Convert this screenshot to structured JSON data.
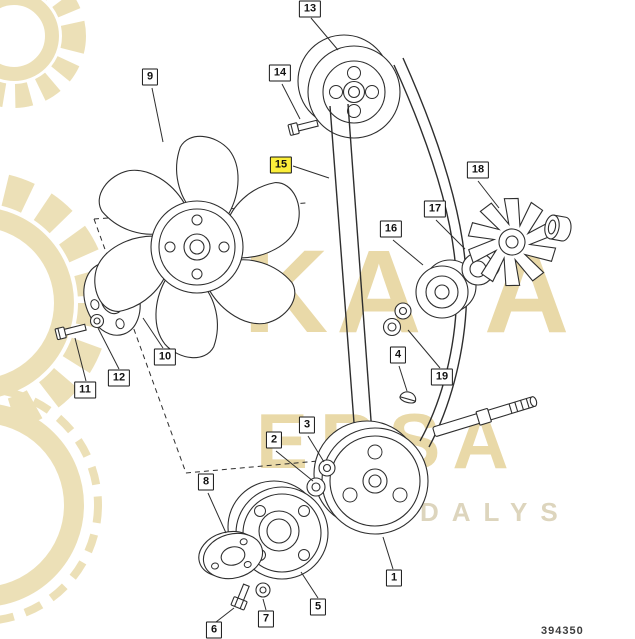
{
  "watermark": {
    "word1": "KA",
    "word1b": "A",
    "word2": "ERSA",
    "word3": "DALYS",
    "color": "#ecdfb4"
  },
  "diagram": {
    "part_number": "394350",
    "line_color": "#2e2e2e",
    "highlight_color": "#fbee3a",
    "highlighted_callout": "15",
    "callouts": {
      "c1": "1",
      "c2": "2",
      "c3": "3",
      "c4": "4",
      "c5": "5",
      "c6": "6",
      "c7": "7",
      "c8": "8",
      "c9": "9",
      "c10": "10",
      "c11": "11",
      "c12": "12",
      "c13": "13",
      "c14": "14",
      "c15": "15",
      "c16": "16",
      "c17": "17",
      "c18": "18",
      "c19": "19"
    }
  }
}
